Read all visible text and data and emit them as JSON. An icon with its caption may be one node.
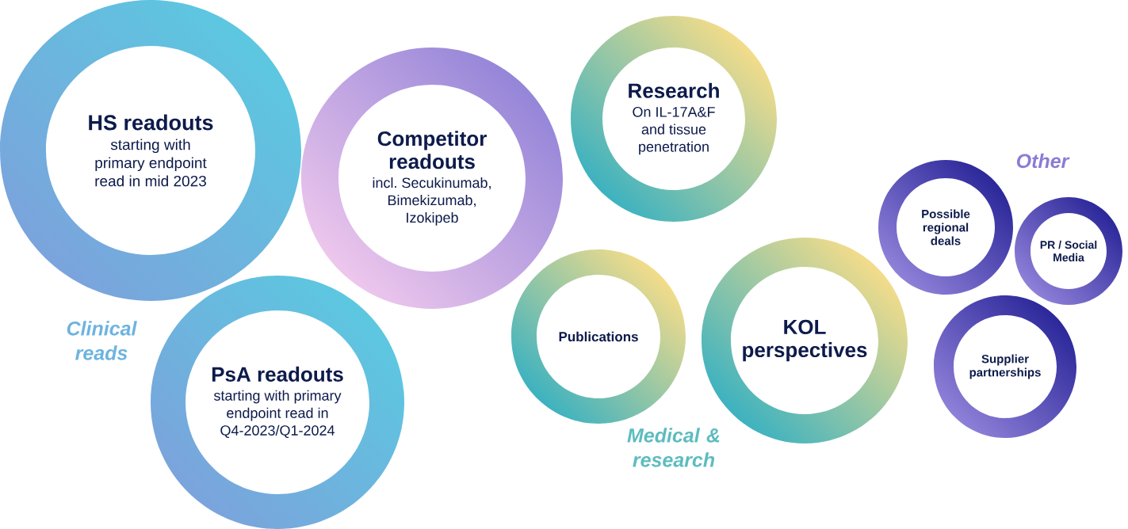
{
  "diagram": {
    "nodes": [
      {
        "text": [
          "HS readouts",
          "starting with primary endpoint read in mid 2023"
        ]
      },
      {
        "text": [
          "Competitor readouts",
          "incl. Secukinumab, Bimekizumab, Izokipeb"
        ]
      },
      {
        "text": [
          "Research",
          "On IL-17A&F and tissue penetration"
        ]
      },
      {
        "text": [
          "Possible regional deals"
        ]
      },
      {
        "text": [
          "PR / Social Media"
        ]
      },
      {
        "text": [
          "PsA readouts",
          "starting with primary endpoint read in Q4-2023/Q1-2024"
        ]
      },
      {
        "text": [
          "Publications"
        ]
      },
      {
        "text": [
          "KOL perspectives"
        ]
      },
      {
        "text": [
          "Supplier partnerships"
        ]
      }
    ],
    "labels": [
      "Clinical reads",
      "Medical & research",
      "Other"
    ]
  }
}
